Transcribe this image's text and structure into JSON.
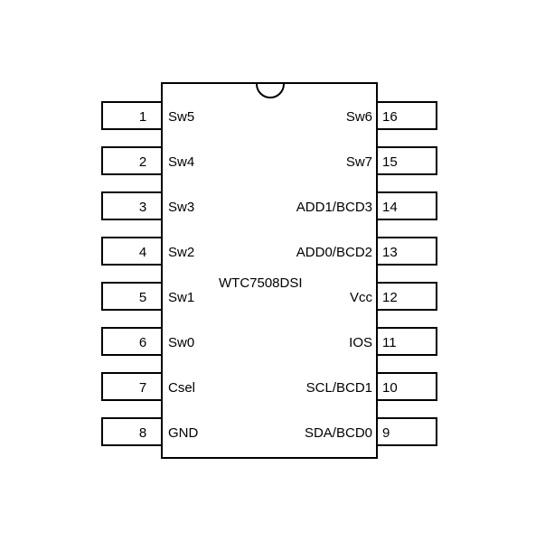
{
  "chip": {
    "name": "WTC7508DSI"
  },
  "left_pins": [
    {
      "number": "1",
      "label": "Sw5"
    },
    {
      "number": "2",
      "label": "Sw4"
    },
    {
      "number": "3",
      "label": "Sw3"
    },
    {
      "number": "4",
      "label": "Sw2"
    },
    {
      "number": "5",
      "label": "Sw1"
    },
    {
      "number": "6",
      "label": "Sw0"
    },
    {
      "number": "7",
      "label": "Csel"
    },
    {
      "number": "8",
      "label": "GND"
    }
  ],
  "right_pins": [
    {
      "number": "16",
      "label": "Sw6"
    },
    {
      "number": "15",
      "label": "Sw7"
    },
    {
      "number": "14",
      "label": "ADD1/BCD3"
    },
    {
      "number": "13",
      "label": "ADD0/BCD2"
    },
    {
      "number": "12",
      "label": "Vcc"
    },
    {
      "number": "11",
      "label": "IOS"
    },
    {
      "number": "10",
      "label": "SCL/BCD1"
    },
    {
      "number": "9",
      "label": "SDA/BCD0"
    }
  ]
}
